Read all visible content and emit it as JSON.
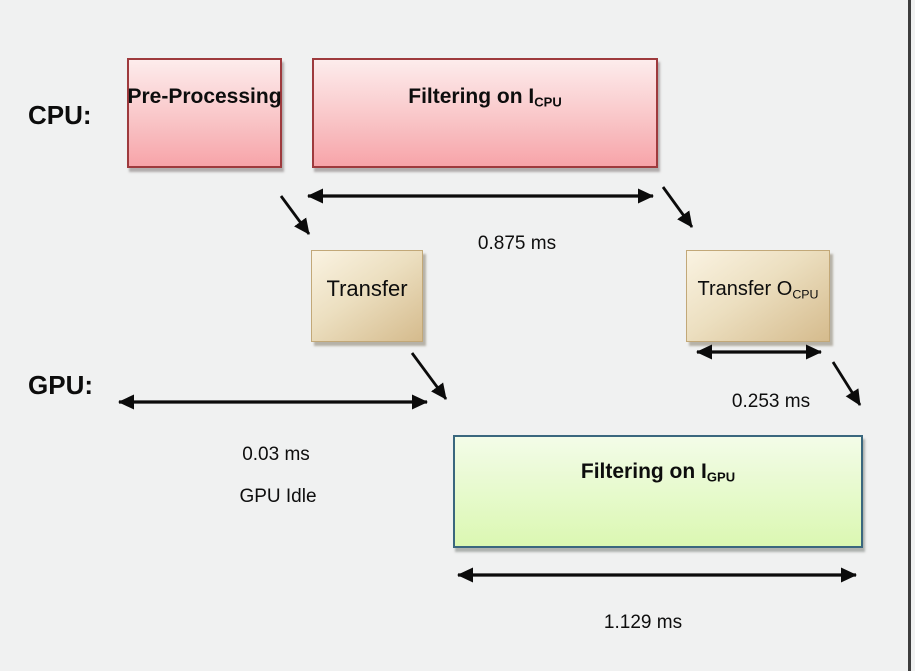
{
  "diagram": {
    "rows": {
      "cpu_label": "CPU:",
      "gpu_label": "GPU:"
    },
    "boxes": {
      "pre_processing": {
        "label": "Pre-Processing"
      },
      "filtering_cpu": {
        "label": "Filtering on I",
        "label_sub": "CPU"
      },
      "transfer": {
        "label": "Transfer"
      },
      "transfer_ocpu": {
        "label": "Transfer O",
        "label_sub": "CPU"
      },
      "filtering_gpu": {
        "label": "Filtering on I",
        "label_sub": "GPU"
      }
    },
    "annotations": {
      "filtering_cpu_time": "0.875 ms",
      "gpu_idle_time": "0.03 ms",
      "gpu_idle_label": "GPU Idle",
      "transfer_ocpu_time": "0.253 ms",
      "filtering_gpu_time": "1.129 ms"
    },
    "colors": {
      "background": "#f0f1f1",
      "cpu_box_fill_top": "#fdecec",
      "cpu_box_fill_bottom": "#f7a4a9",
      "cpu_box_border": "#9e3a3d",
      "transfer_box_fill_light": "#faf3e2",
      "transfer_box_fill_dark": "#d5bb8d",
      "transfer_box_border": "#c2a878",
      "gpu_box_fill_top": "#f3fce8",
      "gpu_box_fill_bottom": "#dbf8b2",
      "gpu_box_border": "#3a677e",
      "arrow": "#0b0b0b"
    }
  }
}
